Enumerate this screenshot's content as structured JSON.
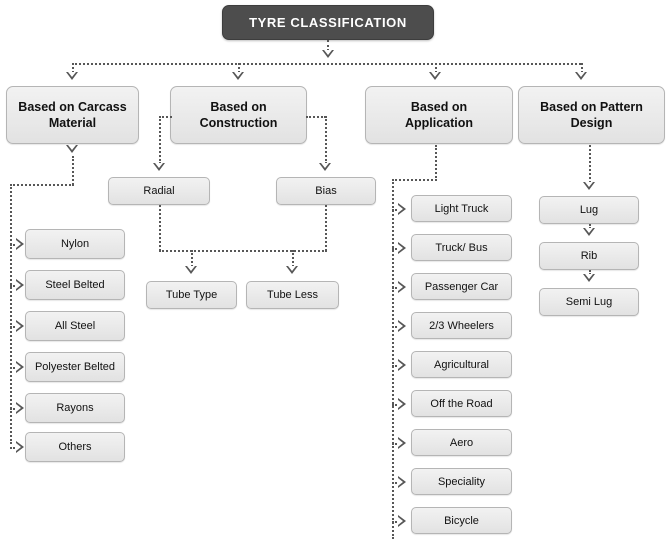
{
  "diagram": {
    "title": "TYRE CLASSIFICATION",
    "type": "tree",
    "background": "#ffffff",
    "colors": {
      "root_fill": "#4d4d4d",
      "root_text": "#ffffff",
      "node_fill": "#e9e9e9",
      "node_border": "#b5b5b5",
      "node_text": "#111111",
      "connector": "#575757"
    },
    "root": "TYRE CLASSIFICATION",
    "branches": [
      {
        "id": "carcass",
        "label": "Based on Carcass\nMaterial",
        "label_line1": "Based on Carcass",
        "label_line2": "Material",
        "children": [
          "Nylon",
          "Steel Belted",
          "All Steel",
          "Polyester Belted",
          "Rayons",
          "Others"
        ]
      },
      {
        "id": "construction",
        "label": "Based on\nConstruction",
        "label_line1": "Based on",
        "label_line2": "Construction",
        "children": [
          "Radial",
          "Bias"
        ],
        "grandchildren": [
          "Tube Type",
          "Tube Less"
        ]
      },
      {
        "id": "application",
        "label": "Based on\nApplication",
        "label_line1": "Based on",
        "label_line2": "Application",
        "children": [
          "Light Truck",
          "Truck/ Bus",
          "Passenger Car",
          "2/3 Wheelers",
          "Agricultural",
          "Off the Road",
          "Aero",
          "Speciality",
          "Bicycle"
        ]
      },
      {
        "id": "pattern",
        "label": "Based on Pattern\nDesign",
        "label_line1": "Based on Pattern",
        "label_line2": "Design",
        "children": [
          "Lug",
          "Rib",
          "Semi Lug"
        ]
      }
    ]
  }
}
